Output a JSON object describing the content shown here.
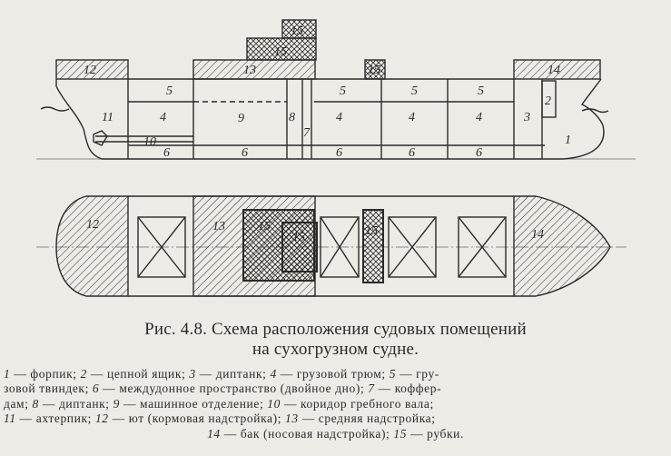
{
  "figure": {
    "caption_line1": "Рис. 4.8. Схема расположения судовых помещений",
    "caption_line2": "на сухогрузном судне."
  },
  "labels": {
    "n1": "1",
    "n2": "2",
    "n3": "3",
    "n4": "4",
    "n5": "5",
    "n6": "6",
    "n7": "7",
    "n8": "8",
    "n9": "9",
    "n10": "10",
    "n11": "11",
    "n12": "12",
    "n13": "13",
    "n14": "14",
    "n15": "15"
  },
  "legend": [
    [
      "1",
      " — форпик; ",
      "2",
      " — цепной ящик; ",
      "3",
      " — диптанк; ",
      "4",
      " — грузовой трюм; ",
      "5",
      " — гру-"
    ],
    [
      "зовой твиндек; ",
      "6",
      " — междудонное пространство (двойное дно); ",
      "7",
      " — коффер-"
    ],
    [
      "дам; ",
      "8",
      " — диптанк; ",
      "9",
      " — машинное отделение; ",
      "10",
      " — коридор гребного вала;"
    ],
    [
      "11",
      " — ахтерпик; ",
      "12",
      " — ют (кормовая надстройка); ",
      "13",
      " — средняя надстройка;"
    ],
    [
      "14",
      " — бак (носовая надстройка); ",
      "15",
      " — рубки."
    ]
  ],
  "colors": {
    "ink": "#2a2a2a",
    "paper": "#ecebe6"
  }
}
